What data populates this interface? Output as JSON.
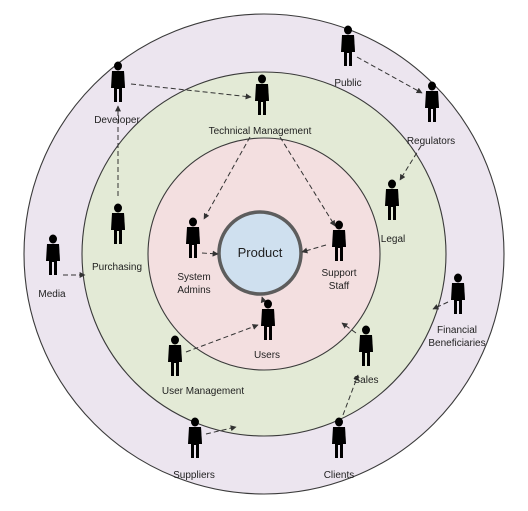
{
  "diagram": {
    "center": "Product",
    "colors": {
      "outer_ring": "#ece5ef",
      "middle_ring": "#e3ead6",
      "inner_ring": "#f3dfe0",
      "core": "#cfe0ef",
      "person": "#7fb7dc"
    },
    "icon": "person-icon",
    "labels": {
      "developer": "Developer",
      "technical_management": "Technical Management",
      "public": "Public",
      "regulators": "Regulators",
      "purchasing": "Purchasing",
      "legal": "Legal",
      "media": "Media",
      "system_admins_1": "System",
      "system_admins_2": "Admins",
      "support_staff_1": "Support",
      "support_staff_2": "Staff",
      "financial_1": "Financial",
      "financial_2": "Beneficiaries",
      "users": "Users",
      "user_management": "User Management",
      "sales": "Sales",
      "suppliers": "Suppliers",
      "clients": "Clients"
    }
  }
}
